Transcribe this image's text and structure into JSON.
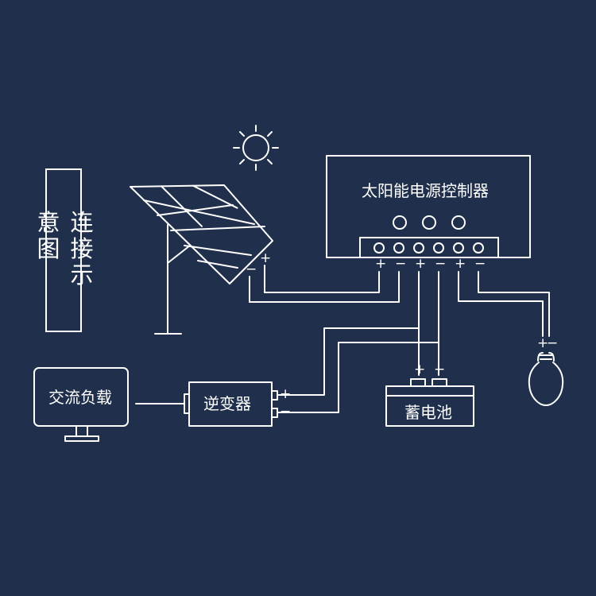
{
  "title": "连接示意图",
  "controller": {
    "label": "太阳能电源控制器"
  },
  "battery": {
    "label": "蓄电池"
  },
  "inverter": {
    "label": "逆变器"
  },
  "ac_load": {
    "label": "交流负载"
  },
  "signs": {
    "plus": "+",
    "minus": "−"
  },
  "colors": {
    "background": "#20304c",
    "line": "#ffffff"
  }
}
